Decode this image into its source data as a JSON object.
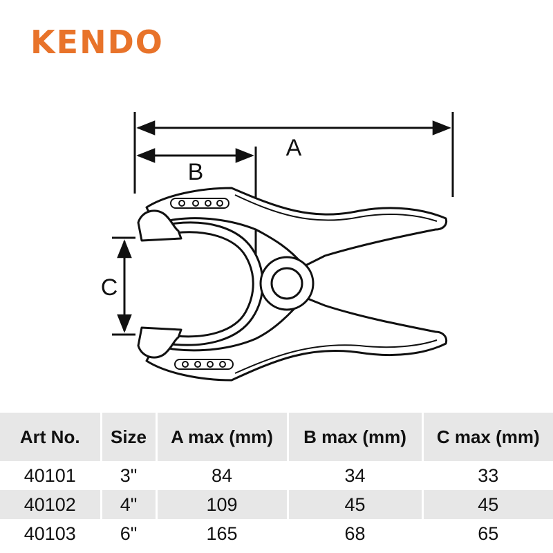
{
  "brand": {
    "name": "KENDO",
    "color": "#e8732a"
  },
  "diagram": {
    "dimension_labels": {
      "a": "A",
      "b": "B",
      "c": "C"
    }
  },
  "table": {
    "headers": [
      "Art No.",
      "Size",
      "A max (mm)",
      "B max (mm)",
      "C max (mm)"
    ],
    "rows": [
      [
        "40101",
        "3\"",
        "84",
        "34",
        "33"
      ],
      [
        "40102",
        "4\"",
        "109",
        "45",
        "45"
      ],
      [
        "40103",
        "6\"",
        "165",
        "68",
        "65"
      ]
    ]
  }
}
